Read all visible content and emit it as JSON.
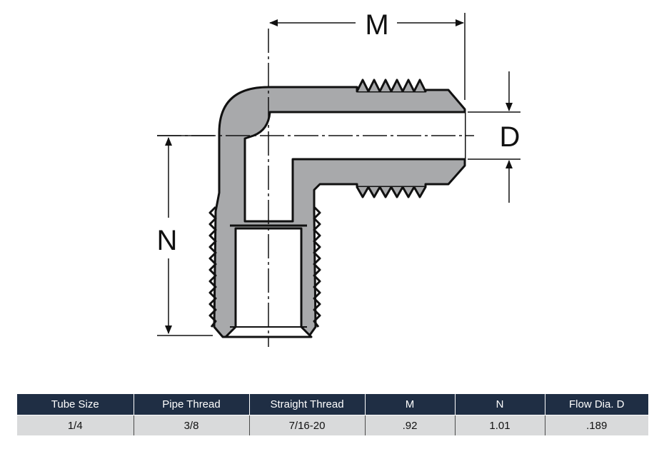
{
  "diagram": {
    "labels": {
      "m": "M",
      "n": "N",
      "d": "D"
    },
    "colors": {
      "body_fill": "#a8a9ab",
      "outline": "#111111",
      "bore_fill": "#ffffff"
    }
  },
  "table": {
    "colors": {
      "header_bg": "#1f2e44",
      "header_text": "#ffffff",
      "row_bg": "#d9dadb"
    },
    "headers": {
      "tube_size": "Tube Size",
      "pipe_thread": "Pipe Thread",
      "straight_thread": "Straight Thread",
      "m": "M",
      "n": "N",
      "flow_dia": "Flow Dia. D"
    },
    "row": {
      "tube_size": "1/4",
      "pipe_thread": "3/8",
      "straight_thread": "7/16-20",
      "m": ".92",
      "n": "1.01",
      "flow_dia": ".189"
    }
  }
}
